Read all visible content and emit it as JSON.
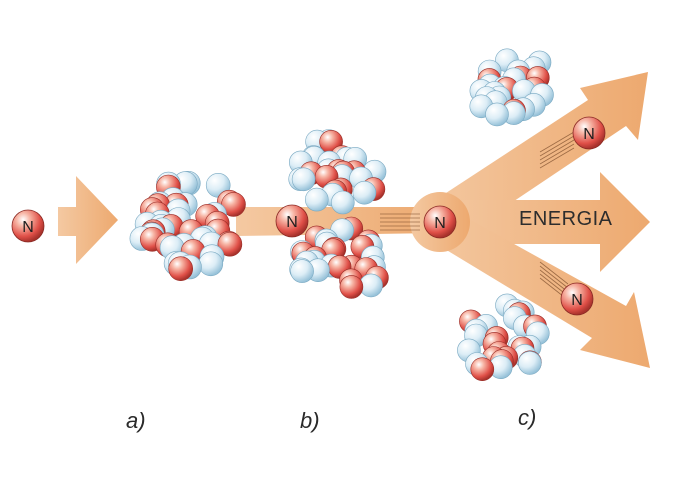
{
  "neutron_symbol": "N",
  "energy_label": "ENERGIA",
  "stage_labels": {
    "a": "a)",
    "b": "b)",
    "c": "c)"
  },
  "colors": {
    "arrow": "#f0b887",
    "arrow_edge": "#e9a46d",
    "proton": "#e05048",
    "neutron_particle": "#cfe6f2",
    "background": "#ffffff"
  },
  "icons": [
    "neutron-icon",
    "nucleus-icon",
    "arrow-icon",
    "speed-lines-icon"
  ]
}
